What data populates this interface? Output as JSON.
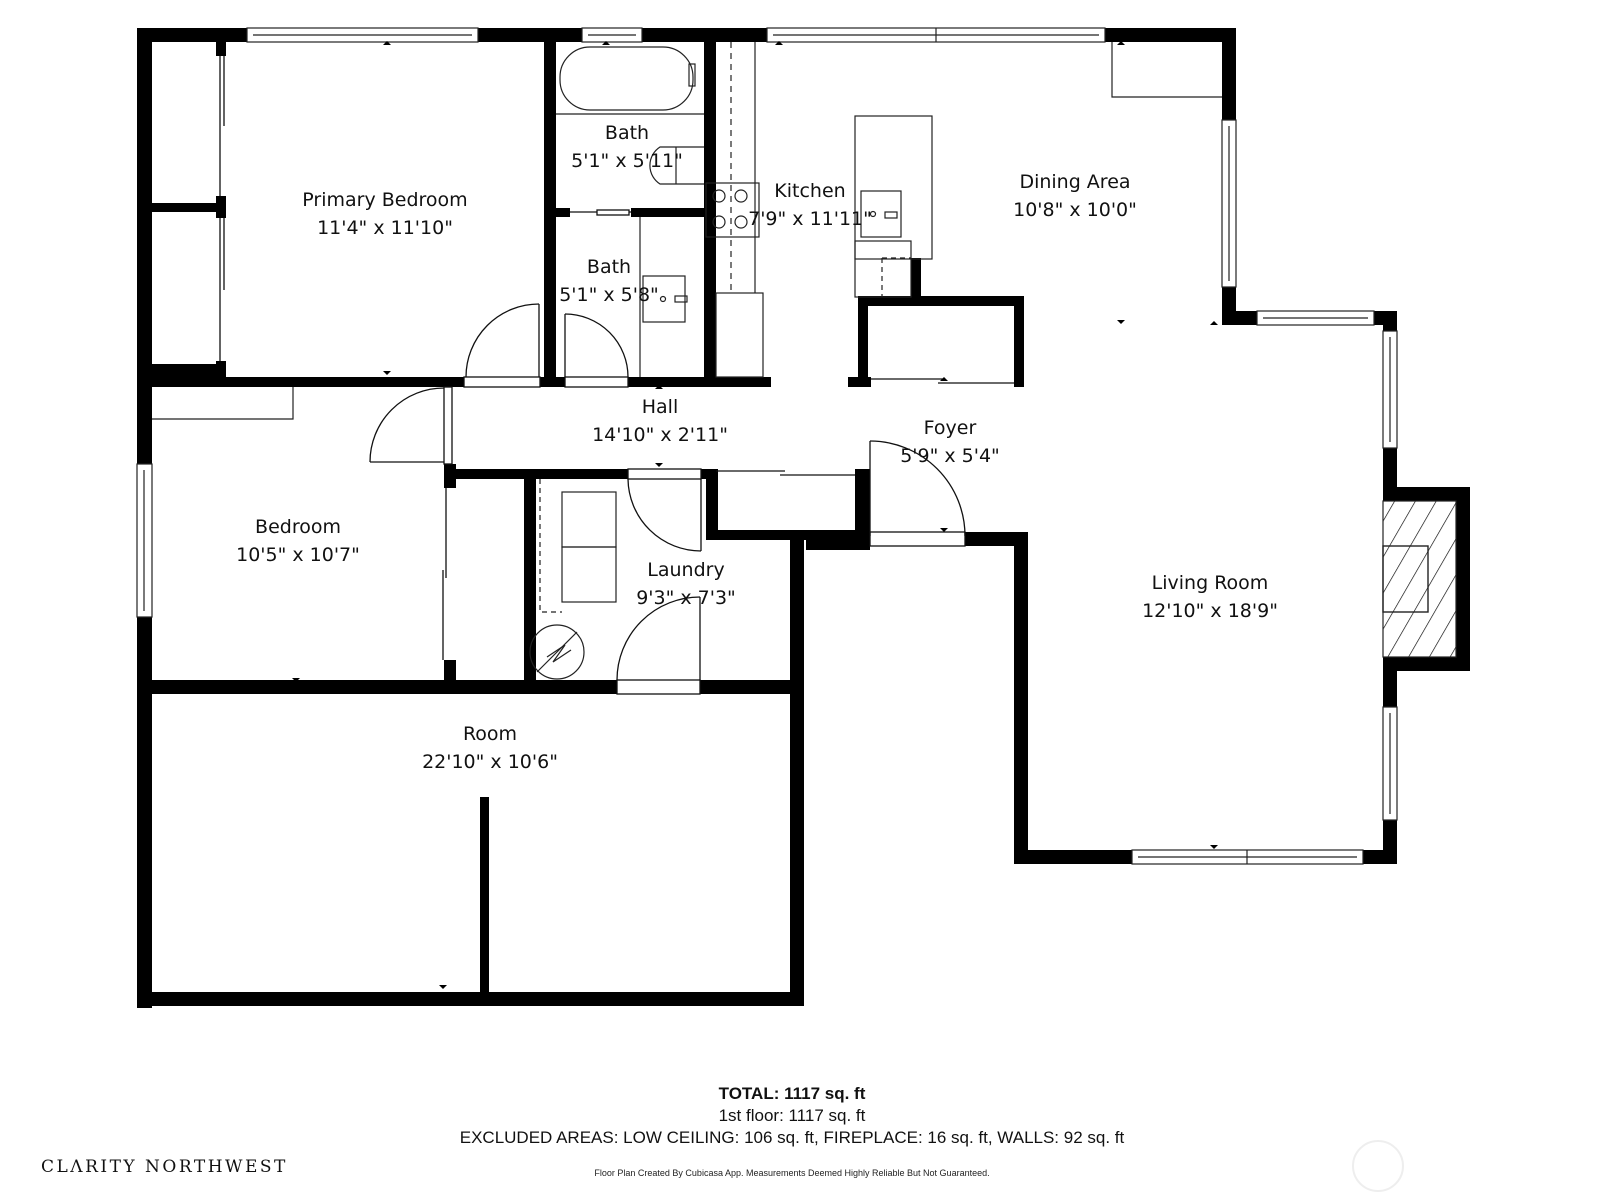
{
  "rooms": {
    "primary_bedroom": {
      "name": "Primary Bedroom",
      "dims": "11'4\" x 11'10\""
    },
    "bath_upper": {
      "name": "Bath",
      "dims": "5'1\" x 5'11\""
    },
    "bath_lower": {
      "name": "Bath",
      "dims": "5'1\" x 5'8\""
    },
    "kitchen": {
      "name": "Kitchen",
      "dims": "7'9\" x 11'11\""
    },
    "dining_area": {
      "name": "Dining Area",
      "dims": "10'8\" x 10'0\""
    },
    "hall": {
      "name": "Hall",
      "dims": "14'10\" x 2'11\""
    },
    "foyer": {
      "name": "Foyer",
      "dims": "5'9\" x 5'4\""
    },
    "bedroom": {
      "name": "Bedroom",
      "dims": "10'5\" x 10'7\""
    },
    "laundry": {
      "name": "Laundry",
      "dims": "9'3\" x 7'3\""
    },
    "living_room": {
      "name": "Living Room",
      "dims": "12'10\" x 18'9\""
    },
    "room": {
      "name": "Room",
      "dims": "22'10\" x 10'6\""
    }
  },
  "summary": {
    "total": "TOTAL: 1117 sq. ft",
    "first_floor": "1st floor: 1117 sq. ft",
    "excluded": "EXCLUDED AREAS: LOW CEILING: 106 sq. ft, FIREPLACE: 16 sq. ft, WALLS: 92 sq. ft",
    "disclaimer": "Floor Plan Created By Cubicasa App. Measurements Deemed Highly Reliable But Not Guaranteed."
  },
  "branding": {
    "company": "CLΛRITY NORTHWEST"
  },
  "colors": {
    "wall": "#000000",
    "background": "#ffffff",
    "line": "#333333"
  }
}
